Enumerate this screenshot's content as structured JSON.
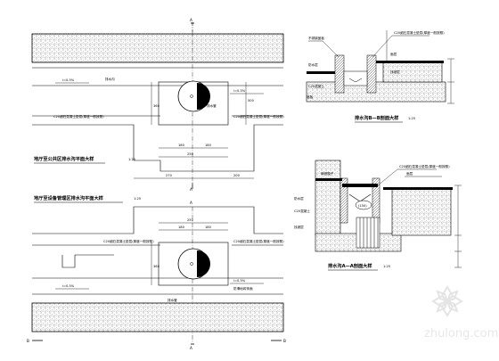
{
  "plans": {
    "top_title": "地厅至公共区排水沟平面大样",
    "top_scale": "1:25",
    "bottom_title": "地厅至设备管理区排水沟平面大样",
    "bottom_scale": "1:25",
    "section_a": "A",
    "section_b": "B",
    "slope_left": "i=0.5%",
    "slope_right": "i=0.5%",
    "drain_label": "排水沟",
    "note_a": "C20细石混凝土垫层(厚度一般按照)",
    "note_b": "C20细石混凝土垫层(厚度一般按照)",
    "note_c": "防滑地砖饰面",
    "pipe_label": "排水管",
    "dims": [
      "180",
      "180",
      "250",
      "250",
      "360",
      "500",
      "270",
      "200"
    ]
  },
  "details": {
    "top_title": "排水沟B—B剖面大样",
    "top_scale": "1:25",
    "bottom_title": "排水沟A—A剖面大样",
    "bottom_scale": "1:25",
    "callout": "(150)",
    "notes": [
      "不锈钢盖板",
      "防水层",
      "C20混凝土",
      "找坡层",
      "面层",
      "C20细石混凝土垫层(厚度一般按照)",
      "底板",
      "铸铁篦子"
    ]
  },
  "watermark": "zhulong.com"
}
